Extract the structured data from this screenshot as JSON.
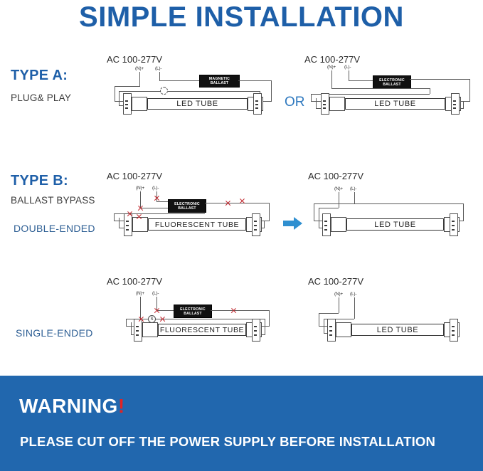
{
  "header": {
    "title": "SIMPLE INSTALLATION",
    "title_color": "#1e5fa8"
  },
  "sections": [
    {
      "id": "type-a",
      "heading": "TYPE A:",
      "subheading": "PLUG& PLAY",
      "connector_label": "OR",
      "diagrams": [
        {
          "id": "type-a-magnetic",
          "voltage_label": "AC 100-277V",
          "neutral_label": "(N)+",
          "live_label": "(L)-",
          "ballast_line1": "MAGNETIC",
          "ballast_line2": "BALLAST",
          "tube_label": "LED TUBE",
          "has_starter": true,
          "cut_marks": 0
        },
        {
          "id": "type-a-electronic",
          "voltage_label": "AC 100-277V",
          "neutral_label": "(N)+",
          "live_label": "(L)-",
          "ballast_line1": "ELECTRONIC",
          "ballast_line2": "BALLAST",
          "tube_label": "LED TUBE",
          "has_starter": false,
          "cut_marks": 0
        }
      ]
    },
    {
      "id": "type-b",
      "heading": "TYPE B:",
      "subheading": "BALLAST BYPASS",
      "modes": [
        {
          "id": "double-ended",
          "label": "DOUBLE-ENDED"
        },
        {
          "id": "single-ended",
          "label": "SINGLE-ENDED"
        }
      ],
      "diagrams": [
        {
          "id": "type-b-double-before",
          "voltage_label": "AC 100-277V",
          "neutral_label": "(N)+",
          "live_label": "(L)-",
          "ballast_line1": "ELECTRONIC",
          "ballast_line2": "BALLAST",
          "tube_label": "FLUORESCENT TUBE",
          "has_starter": false,
          "cut_marks": 6
        },
        {
          "id": "type-b-double-after",
          "voltage_label": "AC 100-277V",
          "neutral_label": "(N)+",
          "live_label": "(L)-",
          "ballast_line1": "",
          "ballast_line2": "",
          "tube_label": "LED TUBE",
          "has_starter": false,
          "cut_marks": 0
        },
        {
          "id": "type-b-single-before",
          "voltage_label": "AC 100-277V",
          "neutral_label": "(N)+",
          "live_label": "(L)-",
          "ballast_line1": "ELECTRONIC",
          "ballast_line2": "BALLAST",
          "tube_label": "FLUORESCENT TUBE",
          "starter_label": "S",
          "has_starter": true,
          "cut_marks": 4
        },
        {
          "id": "type-b-single-after",
          "voltage_label": "AC 100-277V",
          "neutral_label": "(N)+",
          "live_label": "(L)-",
          "ballast_line1": "",
          "ballast_line2": "",
          "tube_label": "LED TUBE",
          "has_starter": false,
          "cut_marks": 0
        }
      ]
    }
  ],
  "warning": {
    "title": "WARNING",
    "exclamation": "!",
    "message": "PLEASE CUT OFF THE POWER SUPPLY BEFORE INSTALLATION",
    "background": "#2167ae",
    "title_color": "#ffffff",
    "exclamation_color": "#e02424"
  },
  "colors": {
    "brand_blue": "#1e5fa8",
    "label_blue": "#2e5f94",
    "cut_red": "#c0272d",
    "arrow_blue": "#2f8fd0",
    "wire": "#5a5a5a"
  }
}
